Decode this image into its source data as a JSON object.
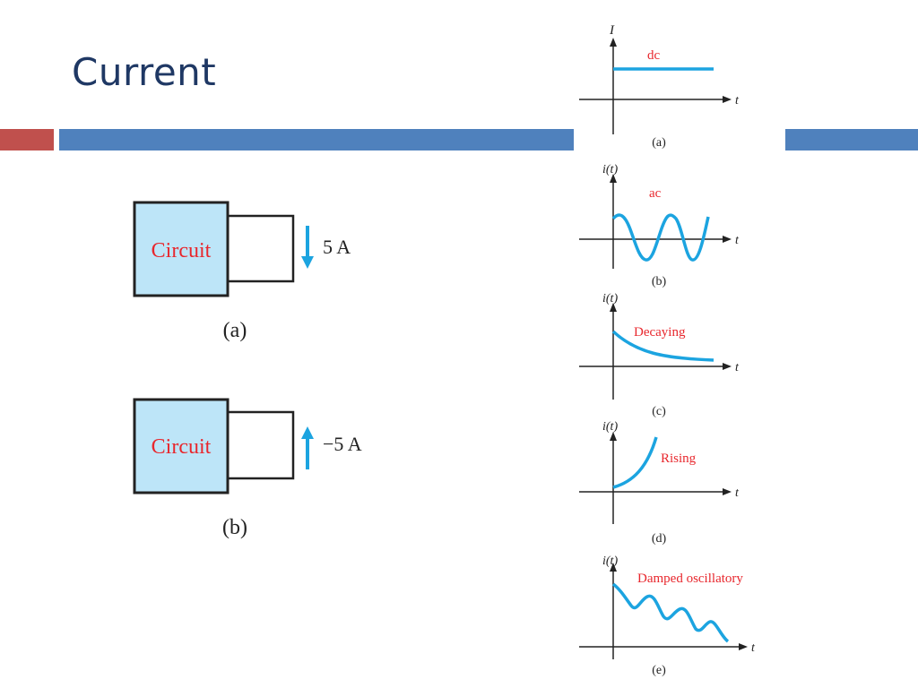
{
  "slide": {
    "title": "Current"
  },
  "circuits": [
    {
      "label": "Circuit",
      "current": "5 A",
      "direction": "down",
      "caption": "(a)"
    },
    {
      "label": "Circuit",
      "current": "−5 A",
      "direction": "up",
      "caption": "(b)"
    }
  ],
  "graphs": [
    {
      "ylabel": "I",
      "xlabel": "t",
      "label": "dc",
      "caption": "(a)"
    },
    {
      "ylabel": "i(t)",
      "xlabel": "t",
      "label": "ac",
      "caption": "(b)"
    },
    {
      "ylabel": "i(t)",
      "xlabel": "t",
      "label": "Decaying",
      "caption": "(c)"
    },
    {
      "ylabel": "i(t)",
      "xlabel": "t",
      "label": "Rising",
      "caption": "(d)"
    },
    {
      "ylabel": "i(t)",
      "xlabel": "t",
      "label": "Damped oscillatory",
      "caption": "(e)"
    }
  ],
  "colors": {
    "title": "#1f3864",
    "accent_red": "#c0504d",
    "accent_blue": "#4f81bd",
    "box_fill": "#bde5f8",
    "curve": "#1ca4e0",
    "label_red": "#e8272d"
  }
}
